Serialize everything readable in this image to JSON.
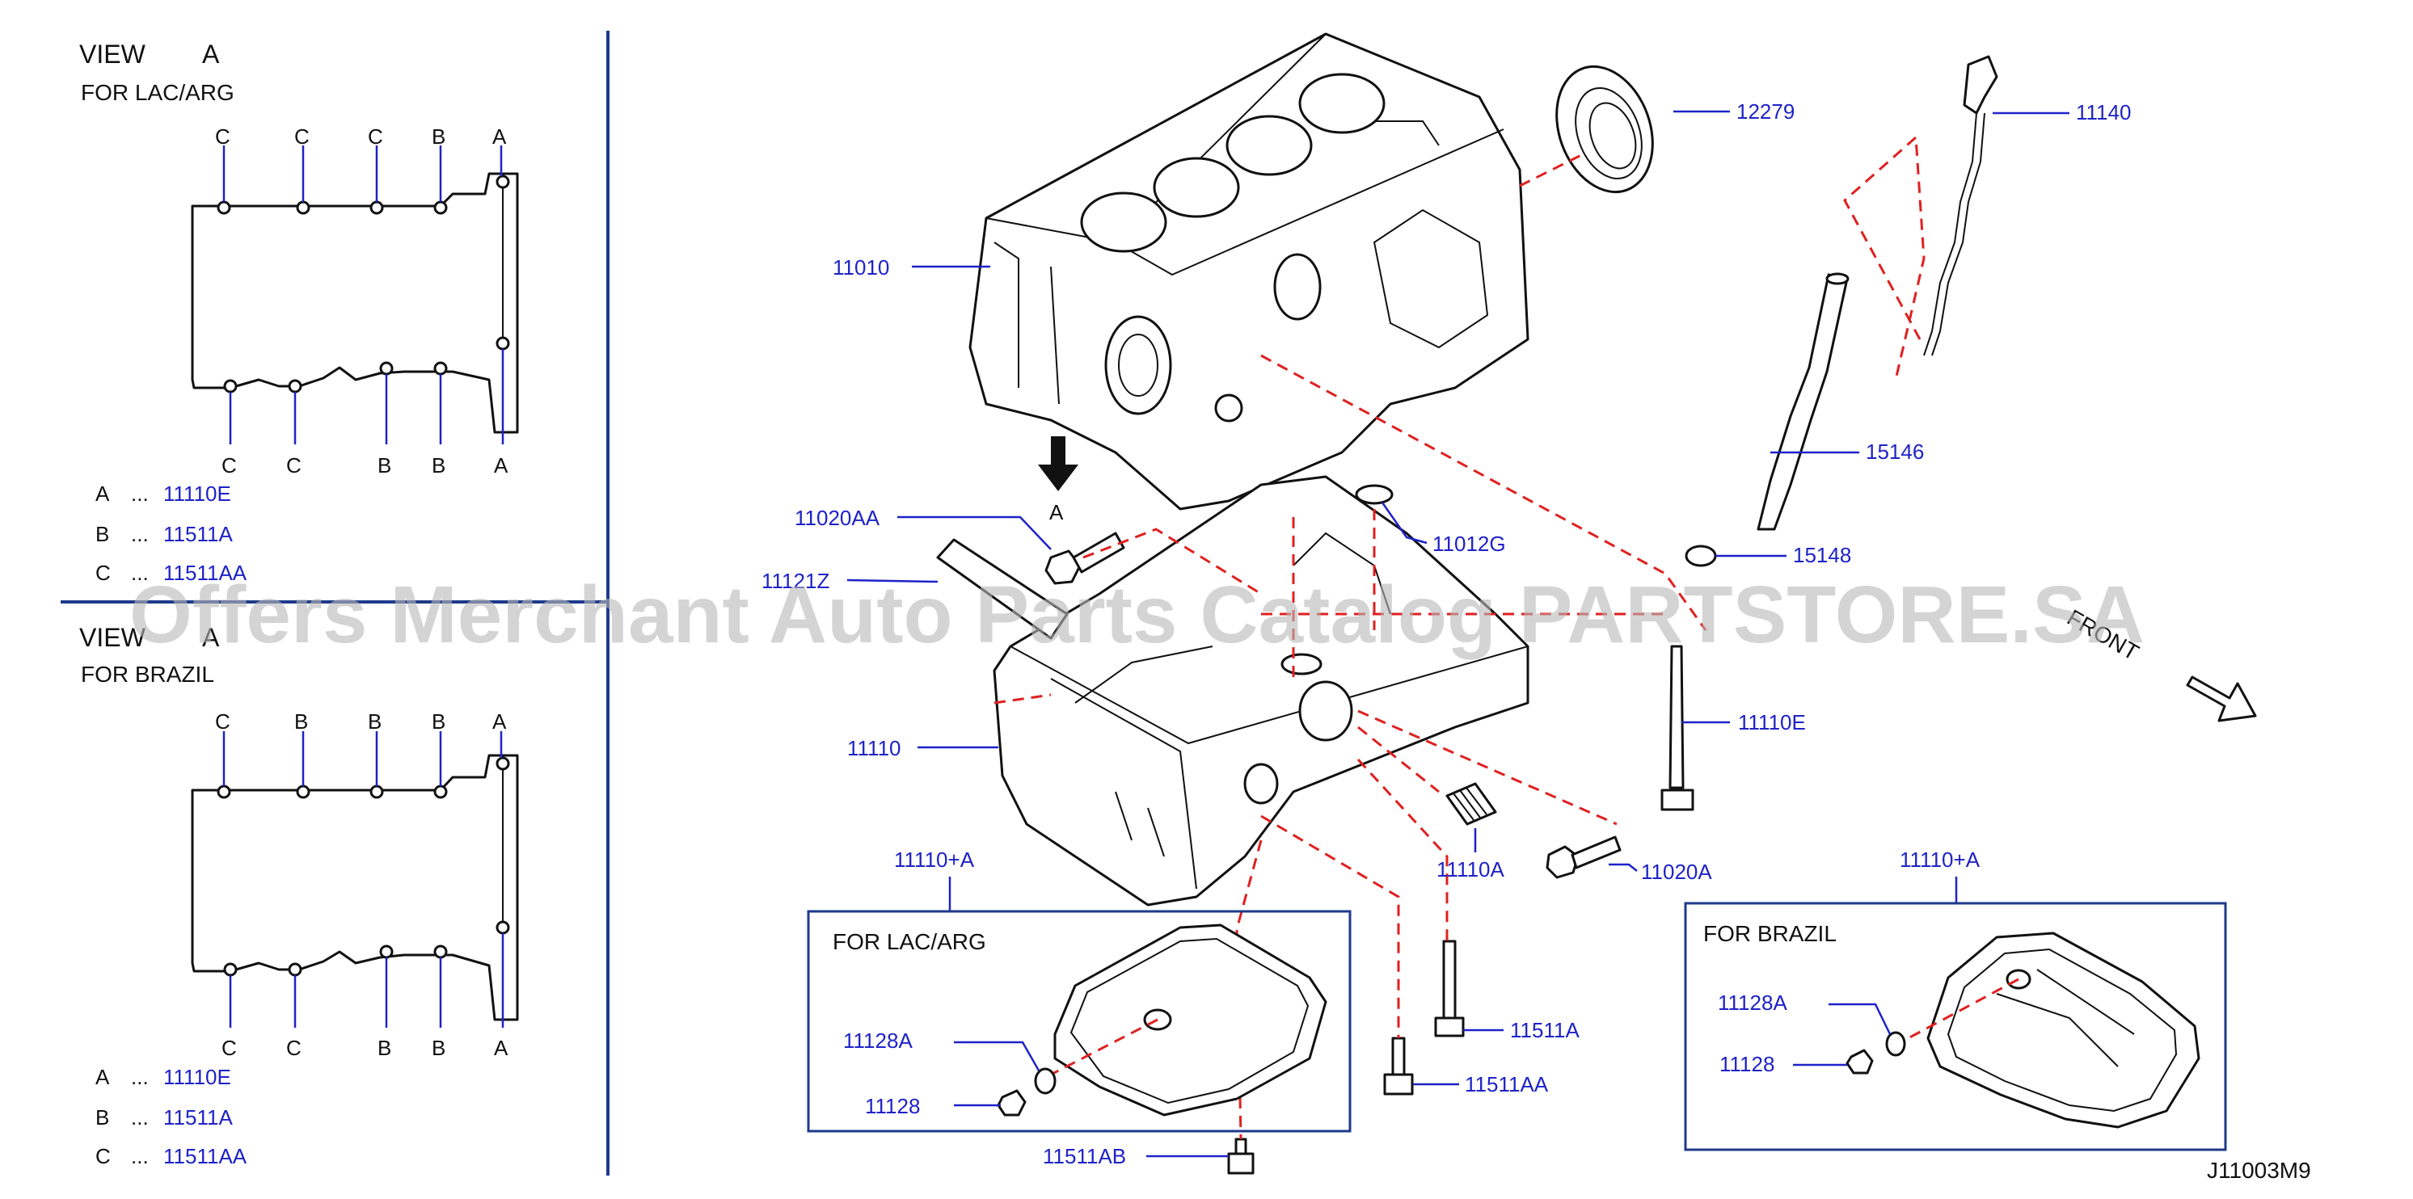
{
  "view_panels": [
    {
      "title_view": "VIEW",
      "title_letter": "A",
      "market": "FOR   LAC/ARG",
      "top_pins": [
        "C",
        "C",
        "C",
        "B",
        "A"
      ],
      "bottom_pins": [
        "C",
        "C",
        "B",
        "B",
        "A"
      ],
      "legend": [
        {
          "key": "A",
          "dots": "...",
          "part": "11110E"
        },
        {
          "key": "B",
          "dots": "...",
          "part": "11511A"
        },
        {
          "key": "C",
          "dots": "...",
          "part": "11511AA"
        }
      ]
    },
    {
      "title_view": "VIEW",
      "title_letter": "A",
      "market": "FOR   BRAZIL",
      "top_pins": [
        "C",
        "B",
        "B",
        "B",
        "A"
      ],
      "bottom_pins": [
        "C",
        "C",
        "B",
        "B",
        "A"
      ],
      "legend": [
        {
          "key": "A",
          "dots": "...",
          "part": "11110E"
        },
        {
          "key": "B",
          "dots": "...",
          "part": "11511A"
        },
        {
          "key": "C",
          "dots": "...",
          "part": "11511AA"
        }
      ]
    }
  ],
  "callouts": {
    "p12279": "12279",
    "p11140": "11140",
    "p11010": "11010",
    "p15146": "15146",
    "p15148": "15148",
    "p11020AA": "11020AA",
    "p11012G": "11012G",
    "p11121Z": "11121Z",
    "p11110": "11110",
    "p11110E": "11110E",
    "p11110A": "11110A",
    "p11020A": "11020A",
    "p11511A": "11511A",
    "p11511AA": "11511AA",
    "p11511AB": "11511AB",
    "kit_left": "11110+A",
    "kit_right": "11110+A",
    "left_11128A": "11128A",
    "left_11128": "11128",
    "right_11128A": "11128A",
    "right_11128": "11128"
  },
  "view_arrow_letter": "A",
  "front_label": "FRONT",
  "inset_left_market": "FOR   LAC/ARG",
  "inset_right_market": "FOR   BRAZIL",
  "diagram_code": "J11003M9",
  "watermark": "Offers Merchant Auto Parts Catalog PARTSTORE.SA",
  "colors": {
    "callout_text": "#1e22c8",
    "leader_dash": "#e02020",
    "frame": "#1e3a8a",
    "outline": "#111111"
  }
}
